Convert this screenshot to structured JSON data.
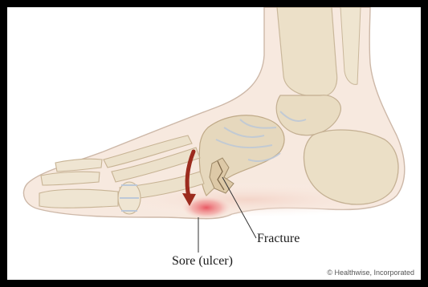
{
  "labels": {
    "fracture": "Fracture",
    "sore": "Sore (ulcer)"
  },
  "copyright": "© Healthwise, Incorporated",
  "colors": {
    "frame": "#000000",
    "skin": "#f5e6da",
    "bone": "#e9dcc2",
    "ulcer": "#e8606a",
    "arrow": "#9c2b1e",
    "leader": "#333333"
  }
}
